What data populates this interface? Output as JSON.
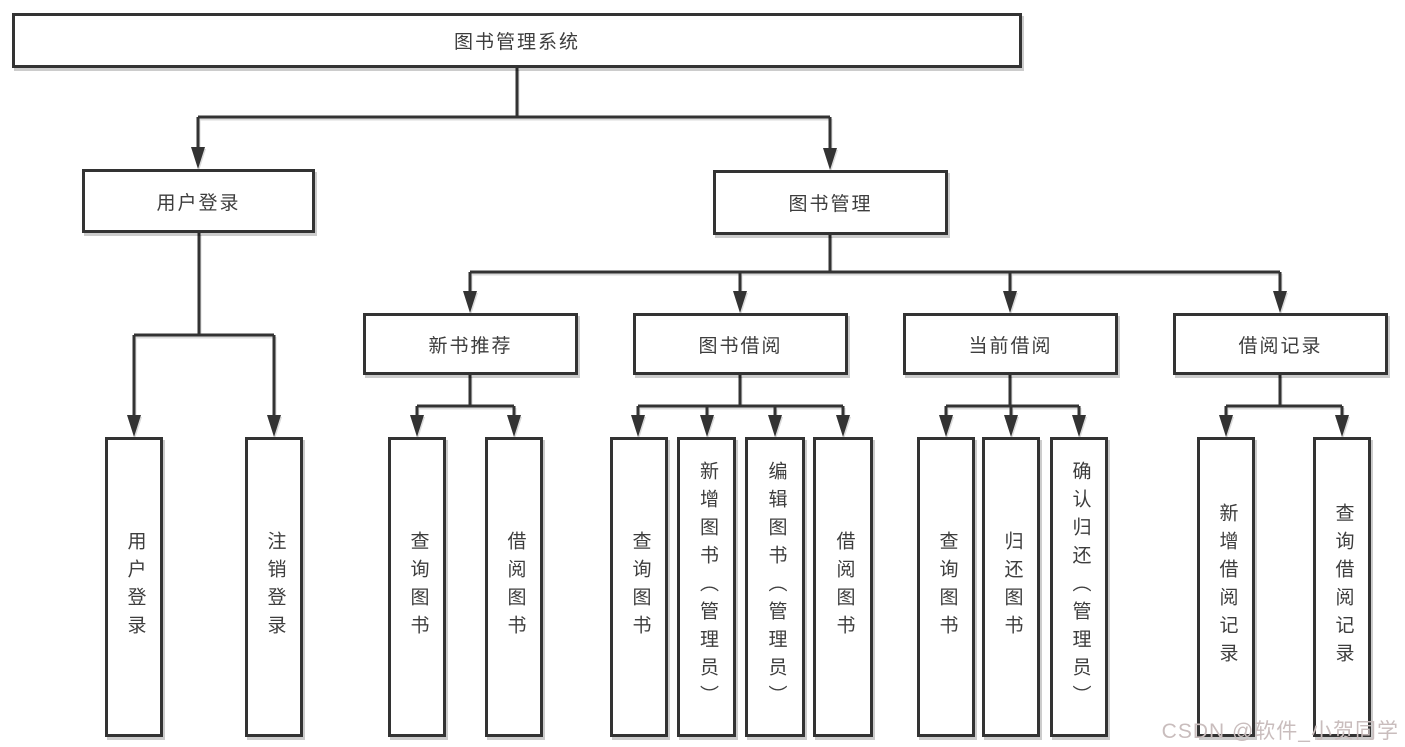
{
  "colors": {
    "line": "#333333",
    "text": "#3d3d3d",
    "background": "#ffffff",
    "watermark": "#c9bdbd"
  },
  "watermark": {
    "text": "CSDN @软件_小贺同学"
  },
  "tree": {
    "label": "图书管理系统",
    "children": [
      {
        "label": "用户登录",
        "children": [
          {
            "label": "用户登录"
          },
          {
            "label": "注销登录"
          }
        ]
      },
      {
        "label": "图书管理",
        "children": [
          {
            "label": "新书推荐",
            "children": [
              {
                "label": "查询图书"
              },
              {
                "label": "借阅图书"
              }
            ]
          },
          {
            "label": "图书借阅",
            "children": [
              {
                "label": "查询图书"
              },
              {
                "label": "新增图书（管理员）"
              },
              {
                "label": "编辑图书（管理员）"
              },
              {
                "label": "借阅图书"
              }
            ]
          },
          {
            "label": "当前借阅",
            "children": [
              {
                "label": "查询图书"
              },
              {
                "label": "归还图书"
              },
              {
                "label": "确认归还（管理员）"
              }
            ]
          },
          {
            "label": "借阅记录",
            "children": [
              {
                "label": "新增借阅记录"
              },
              {
                "label": "查询借阅记录"
              }
            ]
          }
        ]
      }
    ]
  }
}
